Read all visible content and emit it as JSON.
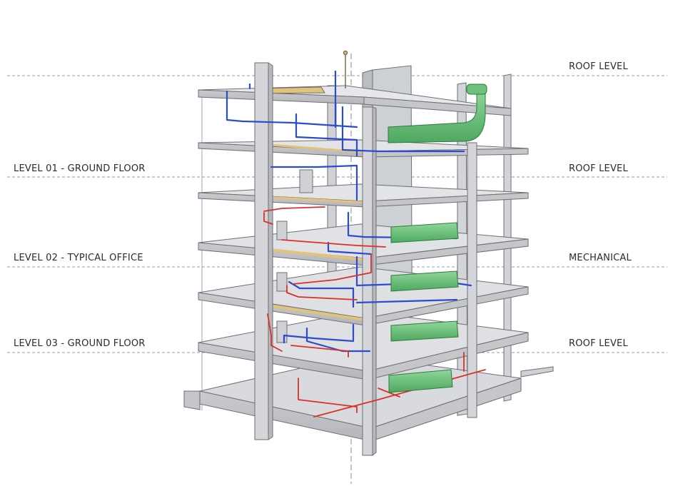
{
  "labels_left": [
    "LEVEL 01 - GROUND FLOOR",
    "LEVEL 02 - TYPICAL OFFICE",
    "LEVEL 03 - GROUND FLOOR"
  ],
  "labels_right": [
    "ROOF LEVEL",
    "ROOF LEVEL",
    "MECHANICAL",
    "ROOF LEVEL"
  ],
  "colors": {
    "structure_fill": "#d9dadd",
    "structure_top": "#e6e7ea",
    "structure_edge": "#6d6f75",
    "supply_pipe": "#2b4bd1",
    "return_pipe": "#d9302a",
    "duct": "#6cc27a",
    "duct_edge": "#2f7a3d",
    "accent_beam": "#e3c27a",
    "level_line": "#9a9a9a"
  }
}
